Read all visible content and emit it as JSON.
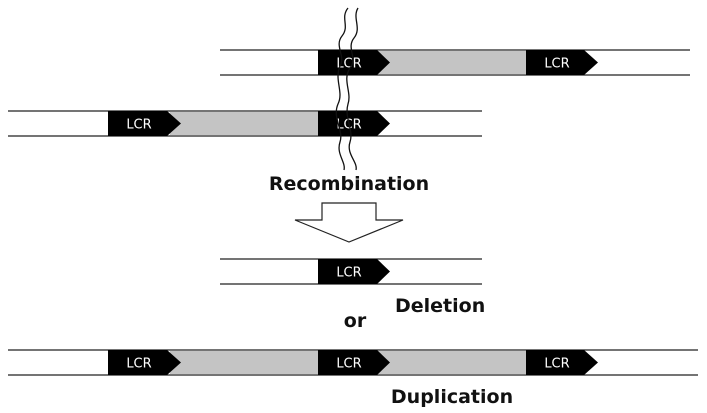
{
  "colors": {
    "lcr_fill": "#000000",
    "lcr_text": "#ffffff",
    "segment_fill": "#c4c4c4",
    "line": "#222222",
    "background": "#ffffff"
  },
  "lcr_label": "LCR",
  "labels": {
    "recombination": "Recombination",
    "deletion": "Deletion",
    "or": "or",
    "duplication": "Duplication"
  },
  "icons": {
    "process_arrow": "down-arrow-icon",
    "chromosome_strands": "wavy-strands-icon"
  }
}
